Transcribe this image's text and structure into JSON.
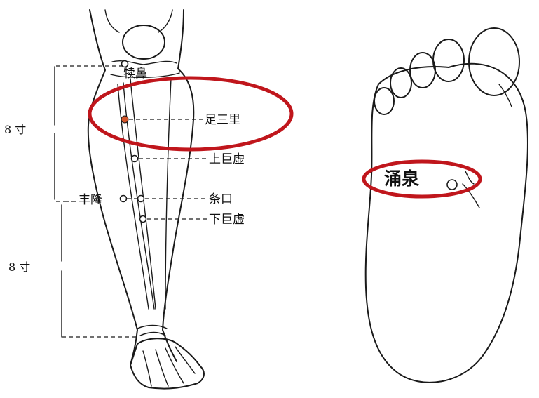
{
  "leg": {
    "points": {
      "dubi": "犊鼻",
      "zusanli": "足三里",
      "shangjuxu": "上巨虚",
      "fenglong": "丰隆",
      "tiaokou": "条口",
      "xiajuxu": "下巨虚"
    },
    "measure_upper": "8 寸",
    "measure_lower": "8 寸"
  },
  "foot": {
    "point": "涌泉"
  },
  "colors": {
    "highlight_ring": "#c0161c",
    "zusanli_dot": "#d2552a",
    "ink": "#1a1a1a"
  }
}
